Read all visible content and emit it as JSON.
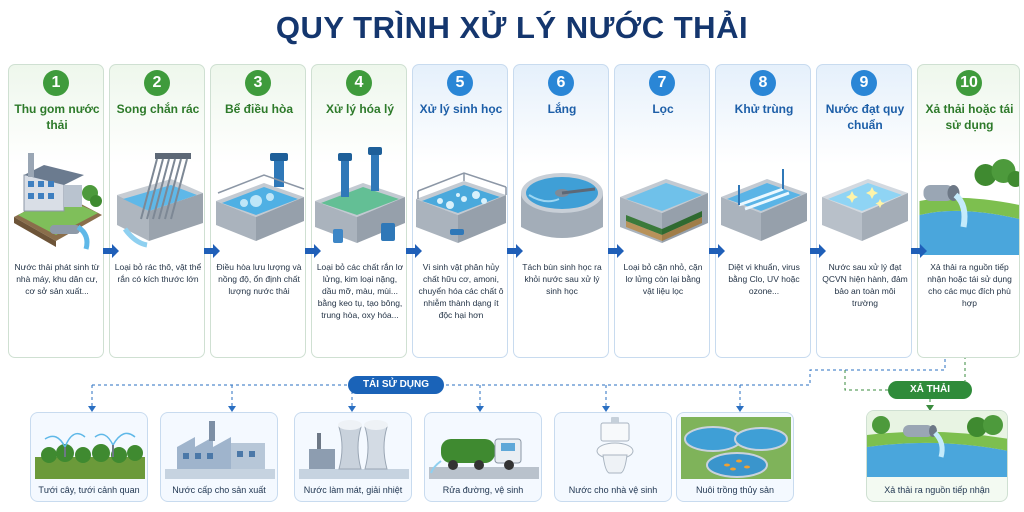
{
  "title": "QUY TRÌNH XỬ LÝ NƯỚC THẢI",
  "steps": [
    {
      "num": "1",
      "name": "Thu gom nước thải",
      "desc": "Nước thải phát sinh từ nhà máy, khu dân cư, cơ sở sản xuất..."
    },
    {
      "num": "2",
      "name": "Song chắn rác",
      "desc": "Loại bỏ rác thô, vật thể rắn có kích thước lớn"
    },
    {
      "num": "3",
      "name": "Bể điều hòa",
      "desc": "Điều hòa lưu lượng và nồng độ, ổn định chất lượng nước thải"
    },
    {
      "num": "4",
      "name": "Xử lý hóa lý",
      "desc": "Loại bỏ các chất rắn lơ lửng, kim loại nặng, dầu mỡ, màu, mùi... bằng keo tụ, tạo bông, trung hòa, oxy hóa..."
    },
    {
      "num": "5",
      "name": "Xử lý sinh học",
      "desc": "Vi sinh vật phân hủy chất hữu cơ, amoni, chuyển hóa các chất ô nhiễm thành dạng ít độc hại hơn"
    },
    {
      "num": "6",
      "name": "Lắng",
      "desc": "Tách bùn sinh học ra khỏi nước sau xử lý sinh học"
    },
    {
      "num": "7",
      "name": "Lọc",
      "desc": "Loại bỏ cặn nhỏ, cặn lơ lửng còn lại bằng vật liệu lọc"
    },
    {
      "num": "8",
      "name": "Khử trùng",
      "desc": "Diệt vi khuẩn, virus bằng Clo, UV hoặc ozone..."
    },
    {
      "num": "9",
      "name": "Nước đạt quy chuẩn",
      "desc": "Nước sau xử lý đạt QCVN hiện hành, đảm bảo an toàn môi trường"
    },
    {
      "num": "10",
      "name": "Xả thải hoặc tái sử dụng",
      "desc": "Xả thải ra nguồn tiếp nhận hoặc tái sử dụng cho các mục đích phù hợp"
    }
  ],
  "reuse": {
    "label": "TÁI SỬ DỤNG",
    "items": [
      {
        "label": "Tưới cây, tưới cảnh quan",
        "icon": "irrigation-icon"
      },
      {
        "label": "Nước cấp cho sản xuất",
        "icon": "factory-icon"
      },
      {
        "label": "Nước làm mát, giải nhiệt",
        "icon": "cooling-tower-icon"
      },
      {
        "label": "Rửa đường, vệ sinh",
        "icon": "street-cleaner-truck-icon"
      },
      {
        "label": "Nước cho nhà vệ sinh",
        "icon": "toilet-icon"
      },
      {
        "label": "Nuôi trồng thủy sản",
        "icon": "fish-pond-icon"
      }
    ]
  },
  "discharge": {
    "label": "XẢ THẢI",
    "item": {
      "label": "Xả thải ra nguồn tiếp nhận",
      "icon": "river-outfall-icon"
    }
  },
  "colors": {
    "title": "#14366e",
    "green": "#3f9b3c",
    "blue": "#2a86d6",
    "arrow": "#1f5fb8",
    "water": "#5fb8e8"
  }
}
